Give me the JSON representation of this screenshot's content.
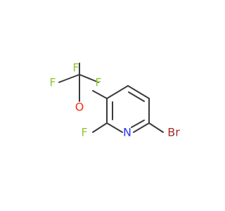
{
  "molecule": {
    "atoms": {
      "fluorine_top_left": "F",
      "fluorine_top_right": "F",
      "fluorine_middle": "F",
      "oxygen": "O",
      "fluorine_ring": "F",
      "nitrogen": "N",
      "bromine": "Br"
    }
  },
  "colors": {
    "bond": "#3a3a3a",
    "fluorine": "#90c837",
    "oxygen": "#ff2a1a",
    "nitrogen": "#2b35f2",
    "bromine": "#a52a2a"
  }
}
